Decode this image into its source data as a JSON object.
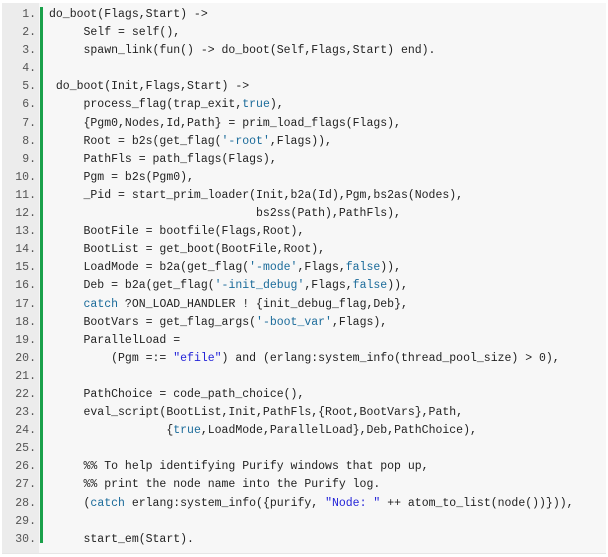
{
  "code_block": {
    "language": "erlang",
    "accent_color": "#1aa04a",
    "lines": [
      {
        "n": "1.",
        "segments": [
          {
            "t": "do_boot(Flags,Start) ->",
            "c": ""
          }
        ]
      },
      {
        "n": "2.",
        "segments": [
          {
            "t": "     Self = self(),",
            "c": ""
          }
        ]
      },
      {
        "n": "3.",
        "segments": [
          {
            "t": "     spawn_link(fun() -> do_boot(Self,Flags,Start) end).",
            "c": ""
          }
        ]
      },
      {
        "n": "4.",
        "segments": []
      },
      {
        "n": "5.",
        "segments": [
          {
            "t": " do_boot(Init,Flags,Start) ->",
            "c": ""
          }
        ]
      },
      {
        "n": "6.",
        "segments": [
          {
            "t": "     process_flag(trap_exit,",
            "c": ""
          },
          {
            "t": "true",
            "c": "tok-atom"
          },
          {
            "t": "),",
            "c": ""
          }
        ]
      },
      {
        "n": "7.",
        "segments": [
          {
            "t": "     {Pgm0,Nodes,Id,Path} = prim_load_flags(Flags),",
            "c": ""
          }
        ]
      },
      {
        "n": "8.",
        "segments": [
          {
            "t": "     Root = b2s(get_flag(",
            "c": ""
          },
          {
            "t": "'-root'",
            "c": "tok-atom"
          },
          {
            "t": ",Flags)),",
            "c": ""
          }
        ]
      },
      {
        "n": "9.",
        "segments": [
          {
            "t": "     PathFls = path_flags(Flags),",
            "c": ""
          }
        ]
      },
      {
        "n": "10.",
        "segments": [
          {
            "t": "     Pgm = b2s(Pgm0),",
            "c": ""
          }
        ]
      },
      {
        "n": "11.",
        "segments": [
          {
            "t": "     _Pid = start_prim_loader(Init,b2a(Id),Pgm,bs2as(Nodes),",
            "c": ""
          }
        ]
      },
      {
        "n": "12.",
        "segments": [
          {
            "t": "                              bs2ss(Path),PathFls),",
            "c": ""
          }
        ]
      },
      {
        "n": "13.",
        "segments": [
          {
            "t": "     BootFile = bootfile(Flags,Root),",
            "c": ""
          }
        ]
      },
      {
        "n": "14.",
        "segments": [
          {
            "t": "     BootList = get_boot(BootFile,Root),",
            "c": ""
          }
        ]
      },
      {
        "n": "15.",
        "segments": [
          {
            "t": "     LoadMode = b2a(get_flag(",
            "c": ""
          },
          {
            "t": "'-mode'",
            "c": "tok-atom"
          },
          {
            "t": ",Flags,",
            "c": ""
          },
          {
            "t": "false",
            "c": "tok-atom"
          },
          {
            "t": ")),",
            "c": ""
          }
        ]
      },
      {
        "n": "16.",
        "segments": [
          {
            "t": "     Deb = b2a(get_flag(",
            "c": ""
          },
          {
            "t": "'-init_debug'",
            "c": "tok-atom"
          },
          {
            "t": ",Flags,",
            "c": ""
          },
          {
            "t": "false",
            "c": "tok-atom"
          },
          {
            "t": ")),",
            "c": ""
          }
        ]
      },
      {
        "n": "17.",
        "segments": [
          {
            "t": "     ",
            "c": ""
          },
          {
            "t": "catch",
            "c": "tok-kw"
          },
          {
            "t": " ?ON_LOAD_HANDLER ! {init_debug_flag,Deb},",
            "c": ""
          }
        ]
      },
      {
        "n": "18.",
        "segments": [
          {
            "t": "     BootVars = get_flag_args(",
            "c": ""
          },
          {
            "t": "'-boot_var'",
            "c": "tok-atom"
          },
          {
            "t": ",Flags),",
            "c": ""
          }
        ]
      },
      {
        "n": "19.",
        "segments": [
          {
            "t": "     ParallelLoad =",
            "c": ""
          }
        ]
      },
      {
        "n": "20.",
        "segments": [
          {
            "t": "         (Pgm =:= ",
            "c": ""
          },
          {
            "t": "\"efile\"",
            "c": "tok-str"
          },
          {
            "t": ") and (erlang:system_info(thread_pool_size) > 0),",
            "c": ""
          }
        ]
      },
      {
        "n": "21.",
        "segments": []
      },
      {
        "n": "22.",
        "segments": [
          {
            "t": "     PathChoice = code_path_choice(),",
            "c": ""
          }
        ]
      },
      {
        "n": "23.",
        "segments": [
          {
            "t": "     eval_script(BootList,Init,PathFls,{Root,BootVars},Path,",
            "c": ""
          }
        ]
      },
      {
        "n": "24.",
        "segments": [
          {
            "t": "                 {",
            "c": ""
          },
          {
            "t": "true",
            "c": "tok-atom"
          },
          {
            "t": ",LoadMode,ParallelLoad},Deb,PathChoice),",
            "c": ""
          }
        ]
      },
      {
        "n": "25.",
        "segments": []
      },
      {
        "n": "26.",
        "segments": [
          {
            "t": "     %% To help identifying Purify windows that pop up,",
            "c": ""
          }
        ]
      },
      {
        "n": "27.",
        "segments": [
          {
            "t": "     %% print the node name into the Purify log.",
            "c": ""
          }
        ]
      },
      {
        "n": "28.",
        "segments": [
          {
            "t": "     (",
            "c": ""
          },
          {
            "t": "catch",
            "c": "tok-kw"
          },
          {
            "t": " erlang:system_info({purify, ",
            "c": ""
          },
          {
            "t": "\"Node: \"",
            "c": "tok-str"
          },
          {
            "t": " ++ atom_to_list(node())})),",
            "c": ""
          }
        ]
      },
      {
        "n": "29.",
        "segments": []
      },
      {
        "n": "30.",
        "segments": [
          {
            "t": "     start_em(Start).",
            "c": ""
          }
        ]
      }
    ]
  }
}
